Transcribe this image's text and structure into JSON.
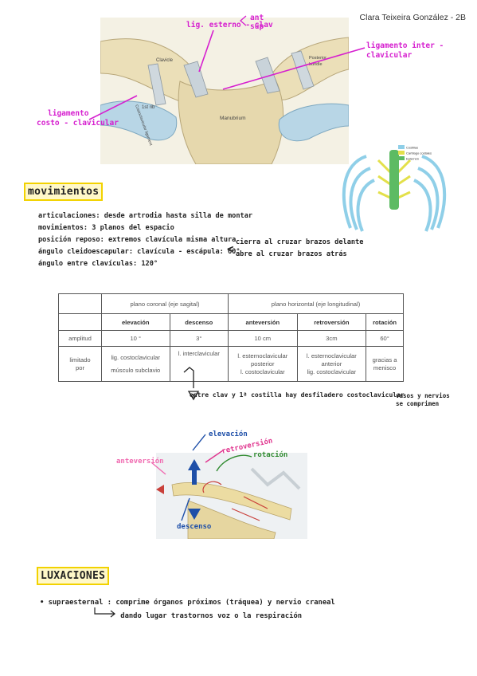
{
  "author": "Clara Teixeira González - 2B",
  "anatomy": {
    "labels": {
      "clavicle": "Clavicle",
      "costoclavicular": "Costoclavicular ligament",
      "first_rib": "1st rib",
      "manubrium": "Manubrium",
      "posterior_bundle": "Posterior bundle"
    },
    "annotations": {
      "lig_esterno_clav": "lig. esterno - clav",
      "ant": "ant",
      "sup": "sup",
      "ligamento_inter": "ligamento inter - clavicular",
      "costo_l1": "ligamento",
      "costo_l2": "costo - clavicular"
    },
    "legend": [
      "Costillas",
      "Cartílago costales",
      "Esternón"
    ],
    "colors": {
      "ribs": "#8fcfe8",
      "cartilage": "#e3e04a",
      "sternum": "#5dbb63",
      "annotation": "#d61fcf"
    }
  },
  "movimientos": {
    "title": "movimientos",
    "lines": [
      "articulaciones: desde artrodia hasta silla de montar",
      "movimientos: 3 planos del espacio",
      "posición reposo: extremos clavícula misma altura",
      "ángulo cleidoescapular: clavícula - escápula: 60°",
      "ángulo entre clavículas: 120°"
    ],
    "brace_notes": [
      "cierra al cruzar brazos delante",
      "abre al cruzar brazos atrás"
    ]
  },
  "table": {
    "header_coronal": "plano coronal (eje sagital)",
    "header_horizontal": "plano horizontal (eje longitudinal)",
    "cols": [
      "elevación",
      "descenso",
      "anteversión",
      "retroversión",
      "rotación"
    ],
    "row_amplitud": {
      "label": "amplitud",
      "values": [
        "10 °",
        "3°",
        "10 cm",
        "3cm",
        "60°"
      ]
    },
    "row_limitado": {
      "label_1": "limitado",
      "label_2": "por",
      "elevacion_1": "lig. costoclavicular",
      "elevacion_2": "músculo subclavio",
      "descenso": "l. interclavicular",
      "anteversion_1": "l. esternoclavicular",
      "anteversion_2": "posterior",
      "anteversion_3": "l. costoclavicular",
      "retroversion_1": "l. esternoclavicular",
      "retroversion_2": "anterior",
      "retroversion_3": "lig. costoclavicular",
      "rotacion_1": "gracias a",
      "rotacion_2": "menisco"
    }
  },
  "warning": {
    "text": "entre clav y 1ª costilla hay desfiladero costoclavicular",
    "paren_1": "vasos y nervios",
    "paren_2": "se comprimen"
  },
  "movement_labels": {
    "elevacion": "elevación",
    "retroversion": "retroversión",
    "rotacion": "rotación",
    "anteversion": "anteversión",
    "descenso": "descenso",
    "colors": {
      "elevacion": "#1e4fa8",
      "retroversion": "#e0348e",
      "rotacion": "#2e8a2e",
      "anteversion": "#f06ab0",
      "descenso": "#1e4fa8"
    }
  },
  "luxaciones": {
    "title": "LUXACIONES",
    "line1": "• supraesternal : comprime órganos próximos (tráquea) y nervio craneal",
    "line2": "dando lugar trastornos voz o la respiración"
  }
}
